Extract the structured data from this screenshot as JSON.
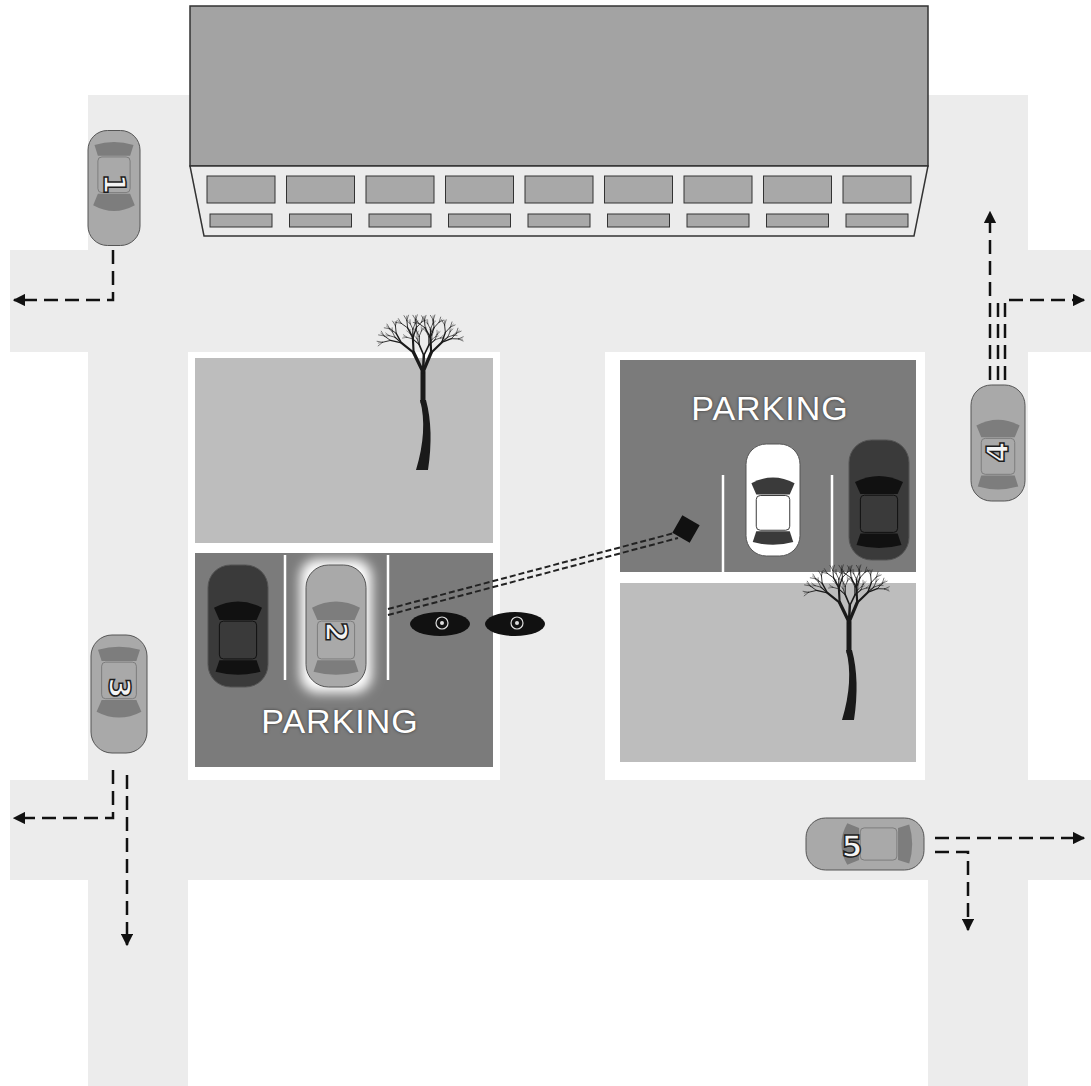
{
  "diagram": {
    "labels": [
      "1",
      "PARKING",
      "4",
      "2",
      "3",
      "PARKING",
      "5"
    ]
  }
}
